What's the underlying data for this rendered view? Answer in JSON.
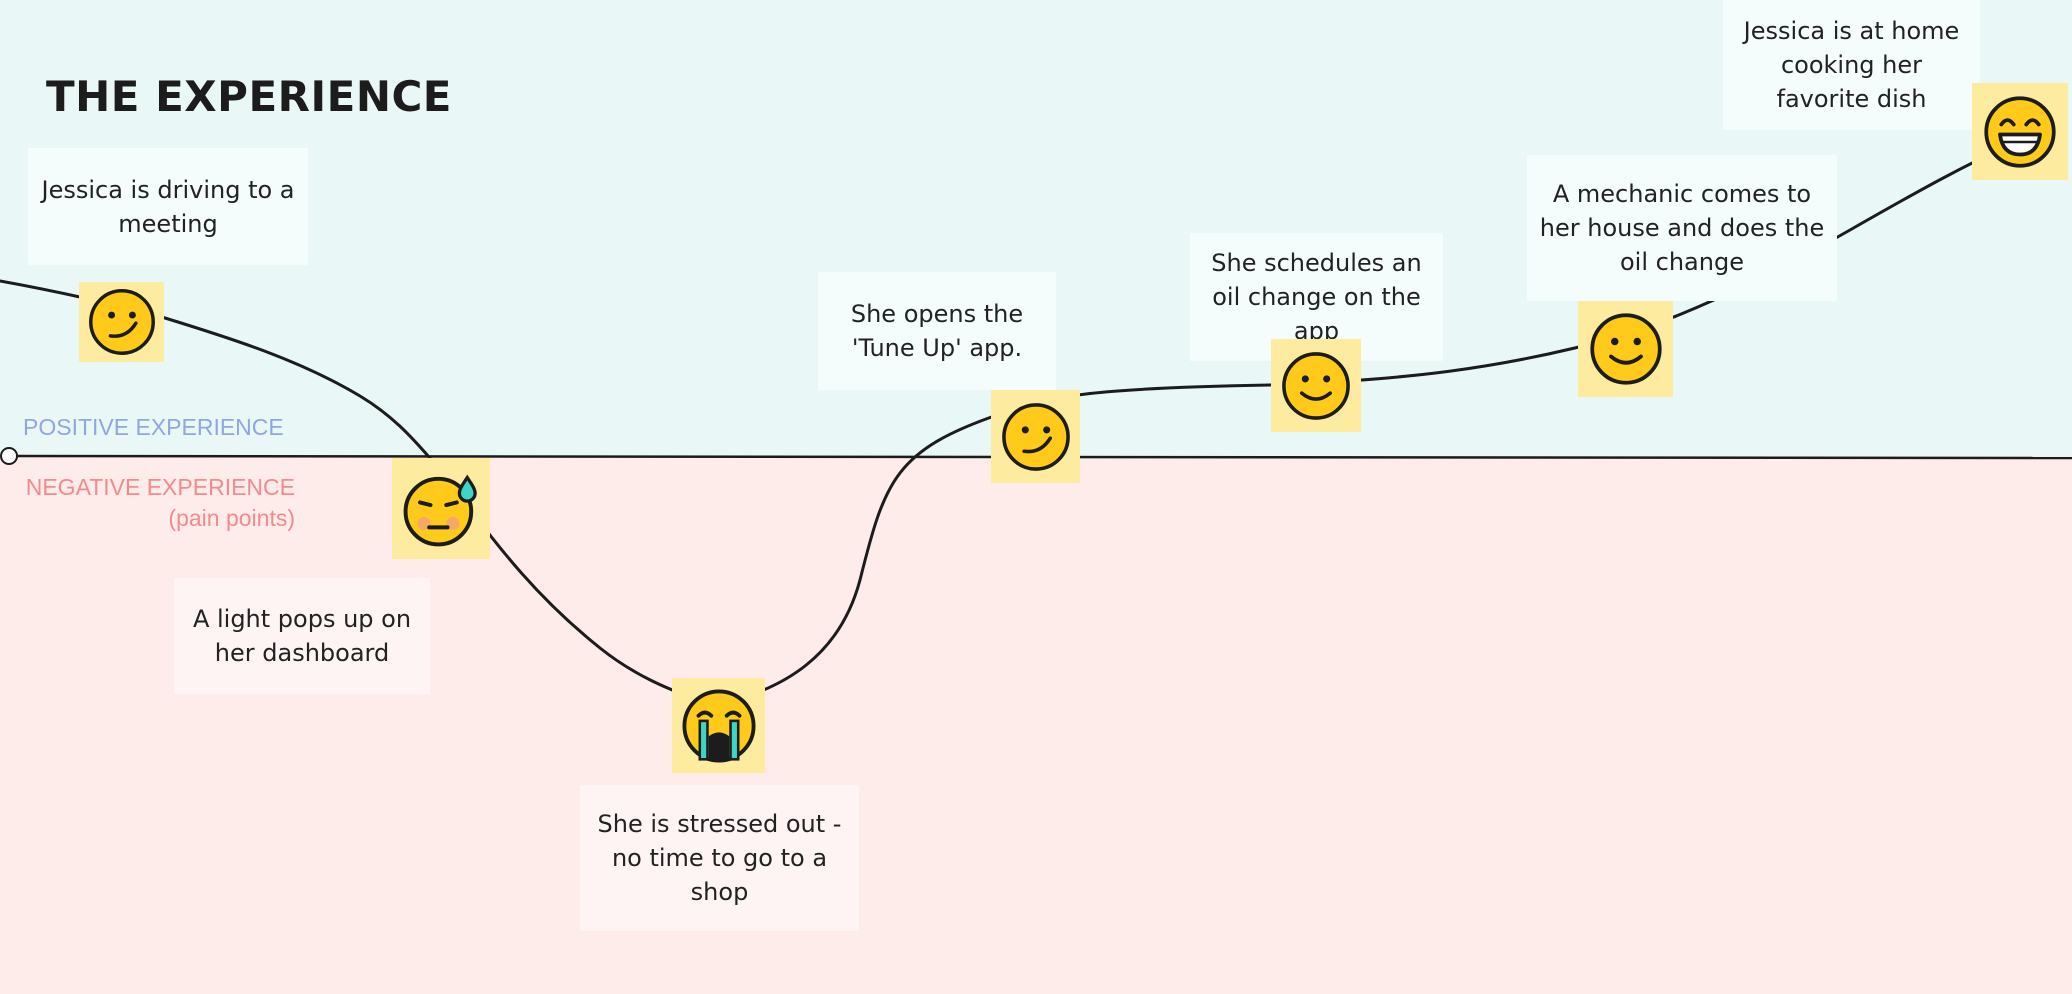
{
  "title": "THE EXPERIENCE",
  "zones": {
    "positive_label": "POSITIVE EXPERIENCE",
    "negative_label": "NEGATIVE EXPERIENCE",
    "negative_sublabel": "(pain points)",
    "positive_color": "#e9f8f6",
    "negative_color": "#feeceb"
  },
  "steps": [
    {
      "text": "Jessica is driving to a meeting",
      "emotion": "smirk-face-icon",
      "sentiment": "positive"
    },
    {
      "text": "A light pops up on her dashboard",
      "emotion": "anxious-sweat-face-icon",
      "sentiment": "negative"
    },
    {
      "text": "She is stressed out - no time to go to a shop",
      "emotion": "crying-face-icon",
      "sentiment": "negative"
    },
    {
      "text": "She opens the 'Tune Up' app.",
      "emotion": "smirk-face-icon",
      "sentiment": "positive"
    },
    {
      "text": "She schedules an oil change on the app",
      "emotion": "smiling-face-icon",
      "sentiment": "positive"
    },
    {
      "text": "A mechanic comes to her house and does the oil change",
      "emotion": "smiling-face-icon",
      "sentiment": "positive"
    },
    {
      "text": "Jessica is at home cooking her favorite dish",
      "emotion": "grinning-face-icon",
      "sentiment": "positive"
    }
  ],
  "colors": {
    "sticky": "#fdeba0",
    "face": "#ffca1a",
    "outline": "#1c1c1c",
    "tear": "#3ed4c8",
    "blush": "#f2a07b"
  }
}
